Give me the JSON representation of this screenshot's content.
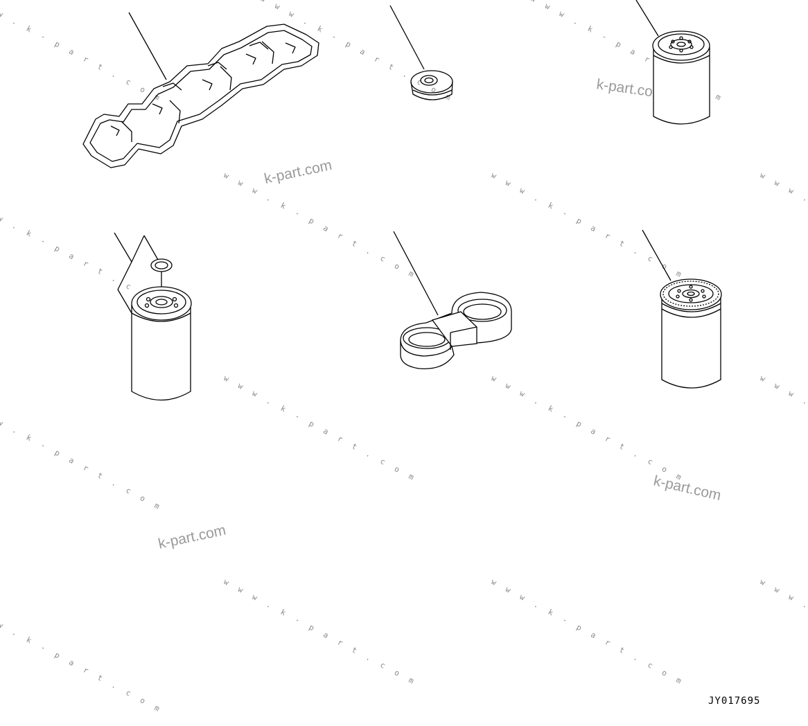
{
  "watermark": {
    "small": "w w w . k - p a r t . c o m",
    "large": "k-part.com"
  },
  "drawing_id": "JY017695",
  "parts": [
    {
      "name": "valve-cover-gasket"
    },
    {
      "name": "seal-cap"
    },
    {
      "name": "spin-on-filter-top-right"
    },
    {
      "name": "spin-on-filter-with-o-ring"
    },
    {
      "name": "figure-eight-seal"
    },
    {
      "name": "spin-on-filter-bottom-right"
    }
  ],
  "colors": {
    "line": "#000000",
    "watermark": "#8a8a8a",
    "background": "#ffffff"
  }
}
